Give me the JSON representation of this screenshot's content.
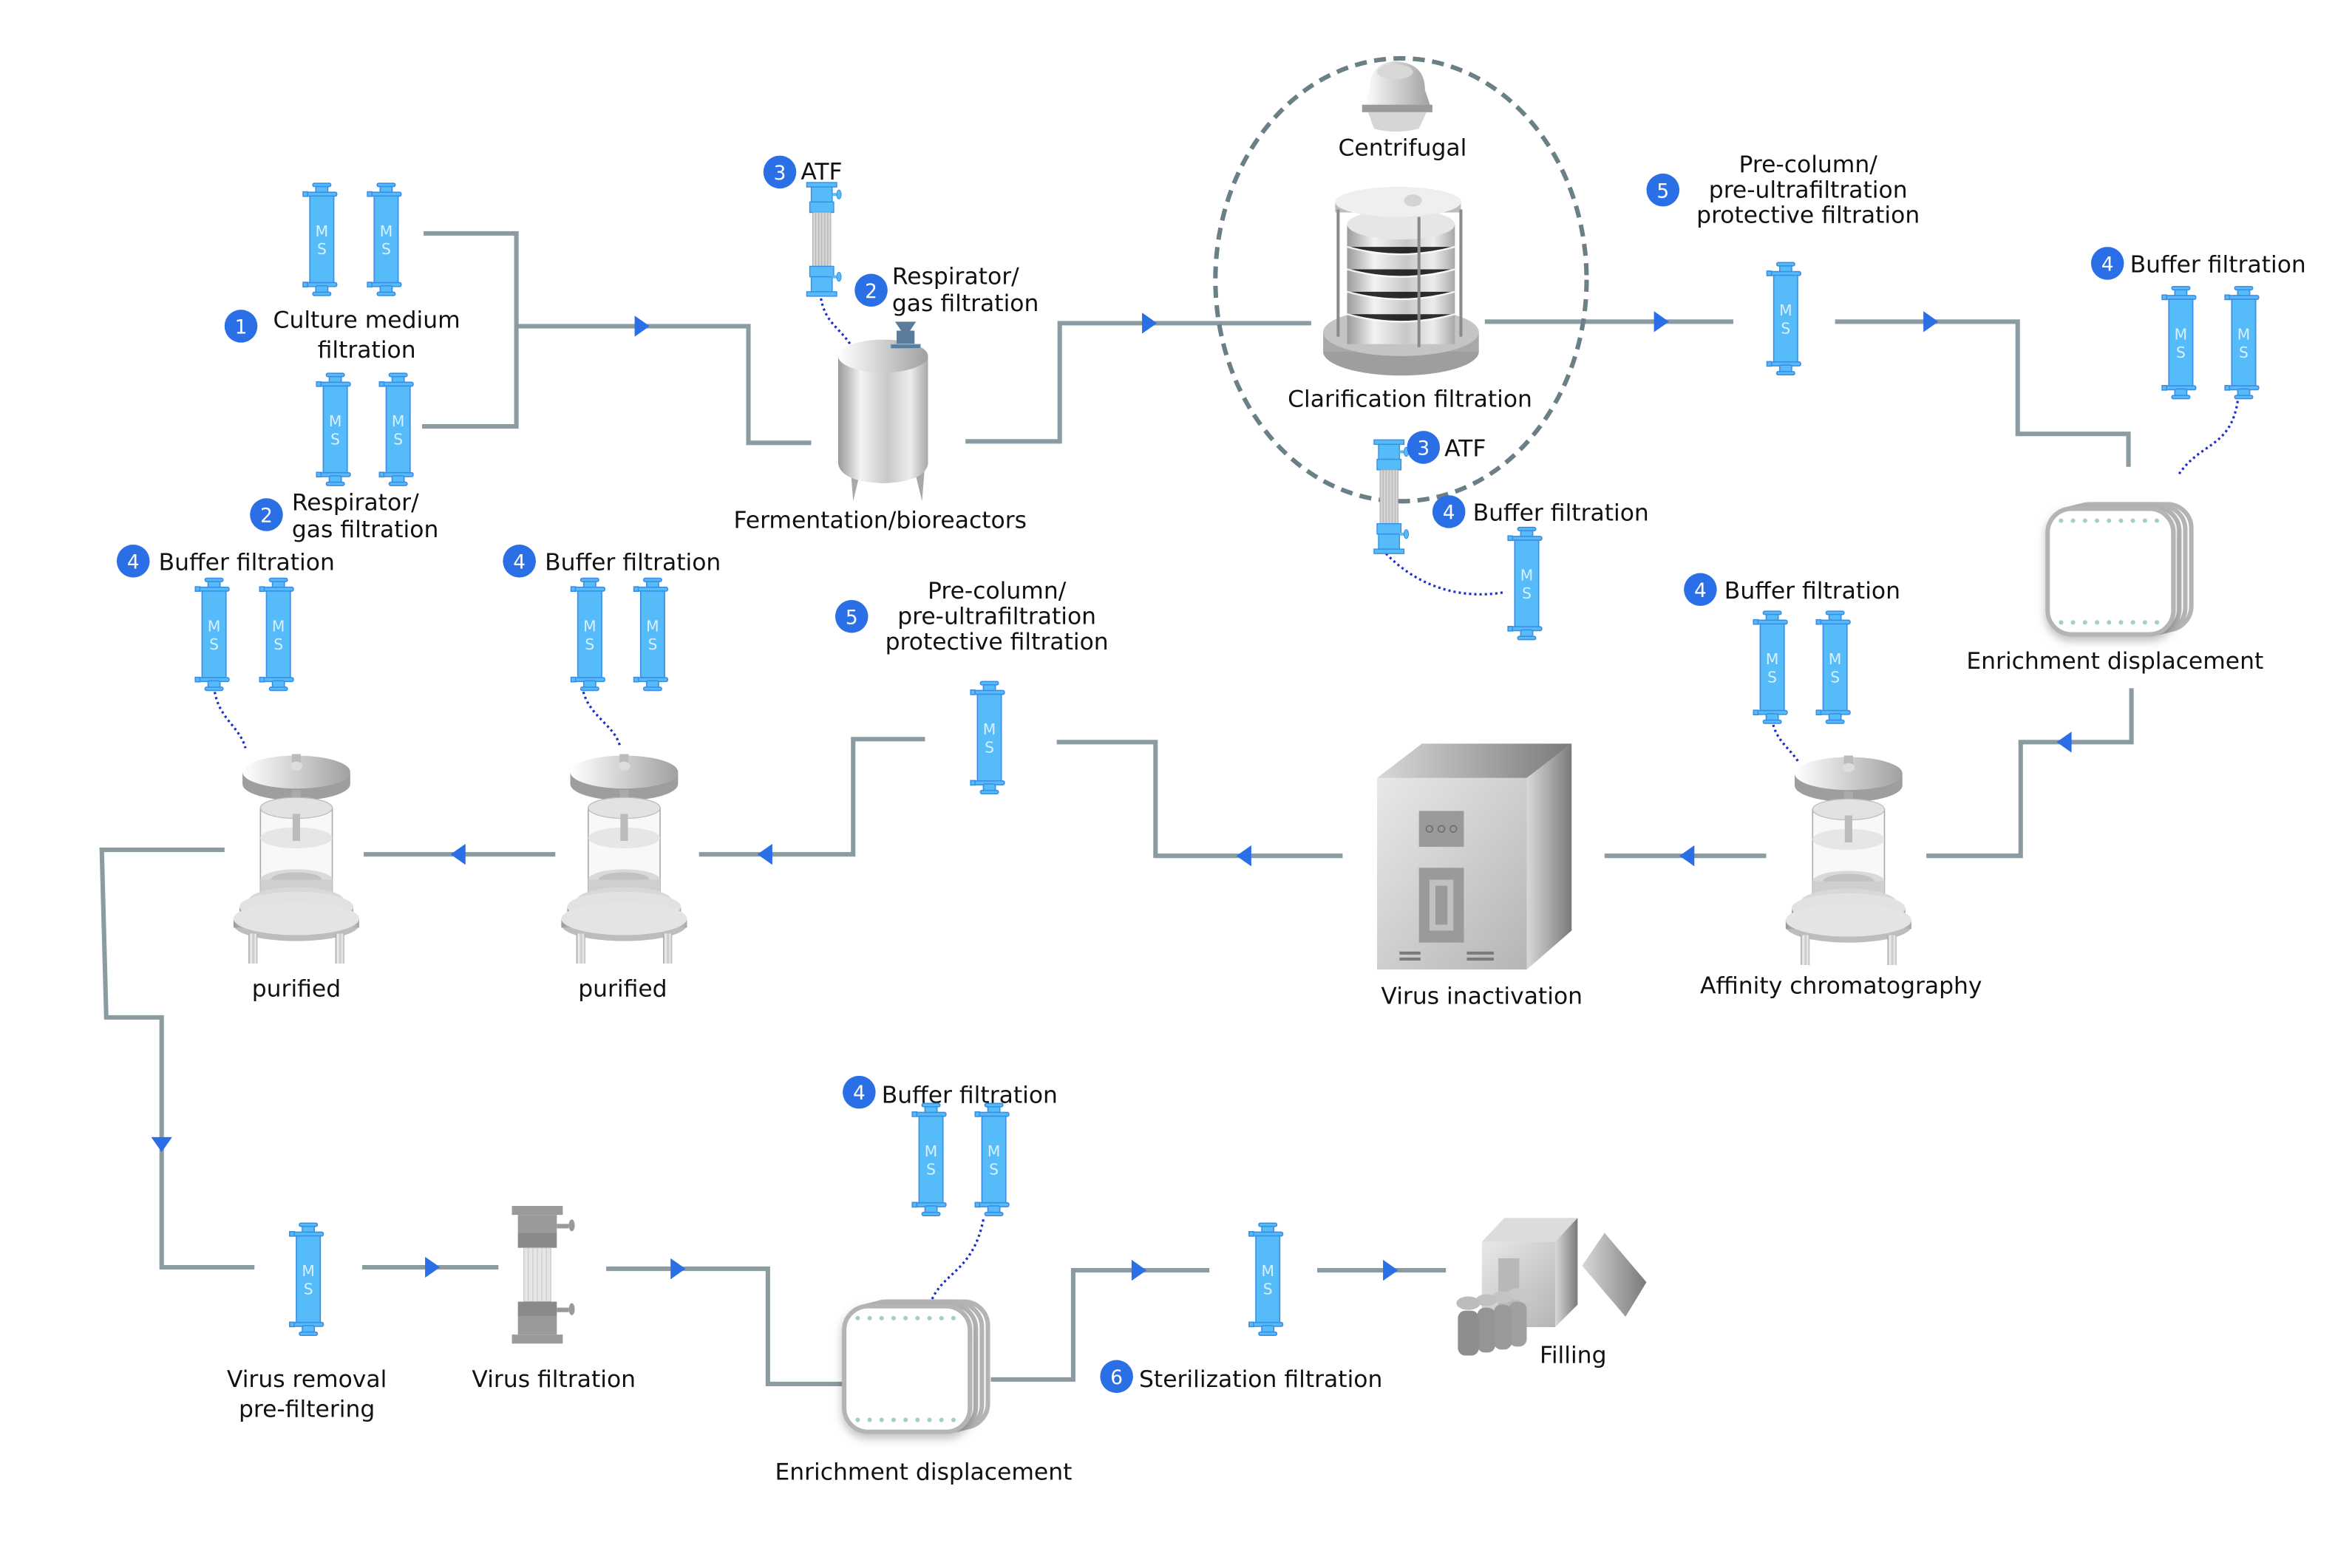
{
  "diagram": {
    "title": "Biopharmaceutical filtration process flow",
    "colors": {
      "filter_body": "#55bbf9",
      "filter_outline": "#3a8ee6",
      "badge": "#2a6fe6",
      "pipe": "#8a9ba2",
      "arrow": "#2a6fe6",
      "dotted_link": "#1a2fd0",
      "equipment_gray": "#bdbdbd"
    },
    "filter_mark": {
      "line1": "M",
      "line2": "S"
    },
    "steps": {
      "culture_medium": {
        "number": "1",
        "line1": "Culture medium",
        "line2": "filtration"
      },
      "respirator_left": {
        "number": "2",
        "line1": "Respirator/",
        "line2": "gas filtration"
      },
      "atf_top": {
        "number": "3",
        "label": "ATF"
      },
      "respirator_reactor": {
        "number": "2",
        "line1": "Respirator/",
        "line2": "gas filtration"
      },
      "fermentation": {
        "label": "Fermentation/bioreactors"
      },
      "centrifugal": {
        "label": "Centrifugal"
      },
      "clarification": {
        "label": "Clarification filtration"
      },
      "atf_clar": {
        "number": "3",
        "label": "ATF"
      },
      "buffer_clar": {
        "number": "4",
        "label": "Buffer filtration"
      },
      "precolumn_top": {
        "number": "5",
        "line1": "Pre-column/",
        "line2": "pre-ultrafiltration",
        "line3": "protective filtration"
      },
      "buffer_top_right": {
        "number": "4",
        "label": "Buffer filtration"
      },
      "enrichment_right": {
        "label": "Enrichment displacement"
      },
      "buffer_affinity": {
        "number": "4",
        "label": "Buffer filtration"
      },
      "affinity": {
        "label": "Affinity chromatography"
      },
      "virus_inactivation": {
        "label": "Virus inactivation"
      },
      "precolumn_mid": {
        "number": "5",
        "line1": "Pre-column/",
        "line2": "pre-ultrafiltration",
        "line3": "protective filtration"
      },
      "buffer_purified_2": {
        "number": "4",
        "label": "Buffer filtration"
      },
      "purified_2": {
        "label": "purified"
      },
      "buffer_purified_1": {
        "number": "4",
        "label": "Buffer filtration"
      },
      "purified_1": {
        "label": "purified"
      },
      "virus_removal": {
        "line1": "Virus removal",
        "line2": "pre-filtering"
      },
      "virus_filtration": {
        "label": "Virus filtration"
      },
      "buffer_bottom": {
        "number": "4",
        "label": "Buffer filtration"
      },
      "enrichment_bottom": {
        "label": "Enrichment displacement"
      },
      "sterilization": {
        "number": "6",
        "label": "Sterilization filtration"
      },
      "filling": {
        "label": "Filling"
      }
    }
  }
}
